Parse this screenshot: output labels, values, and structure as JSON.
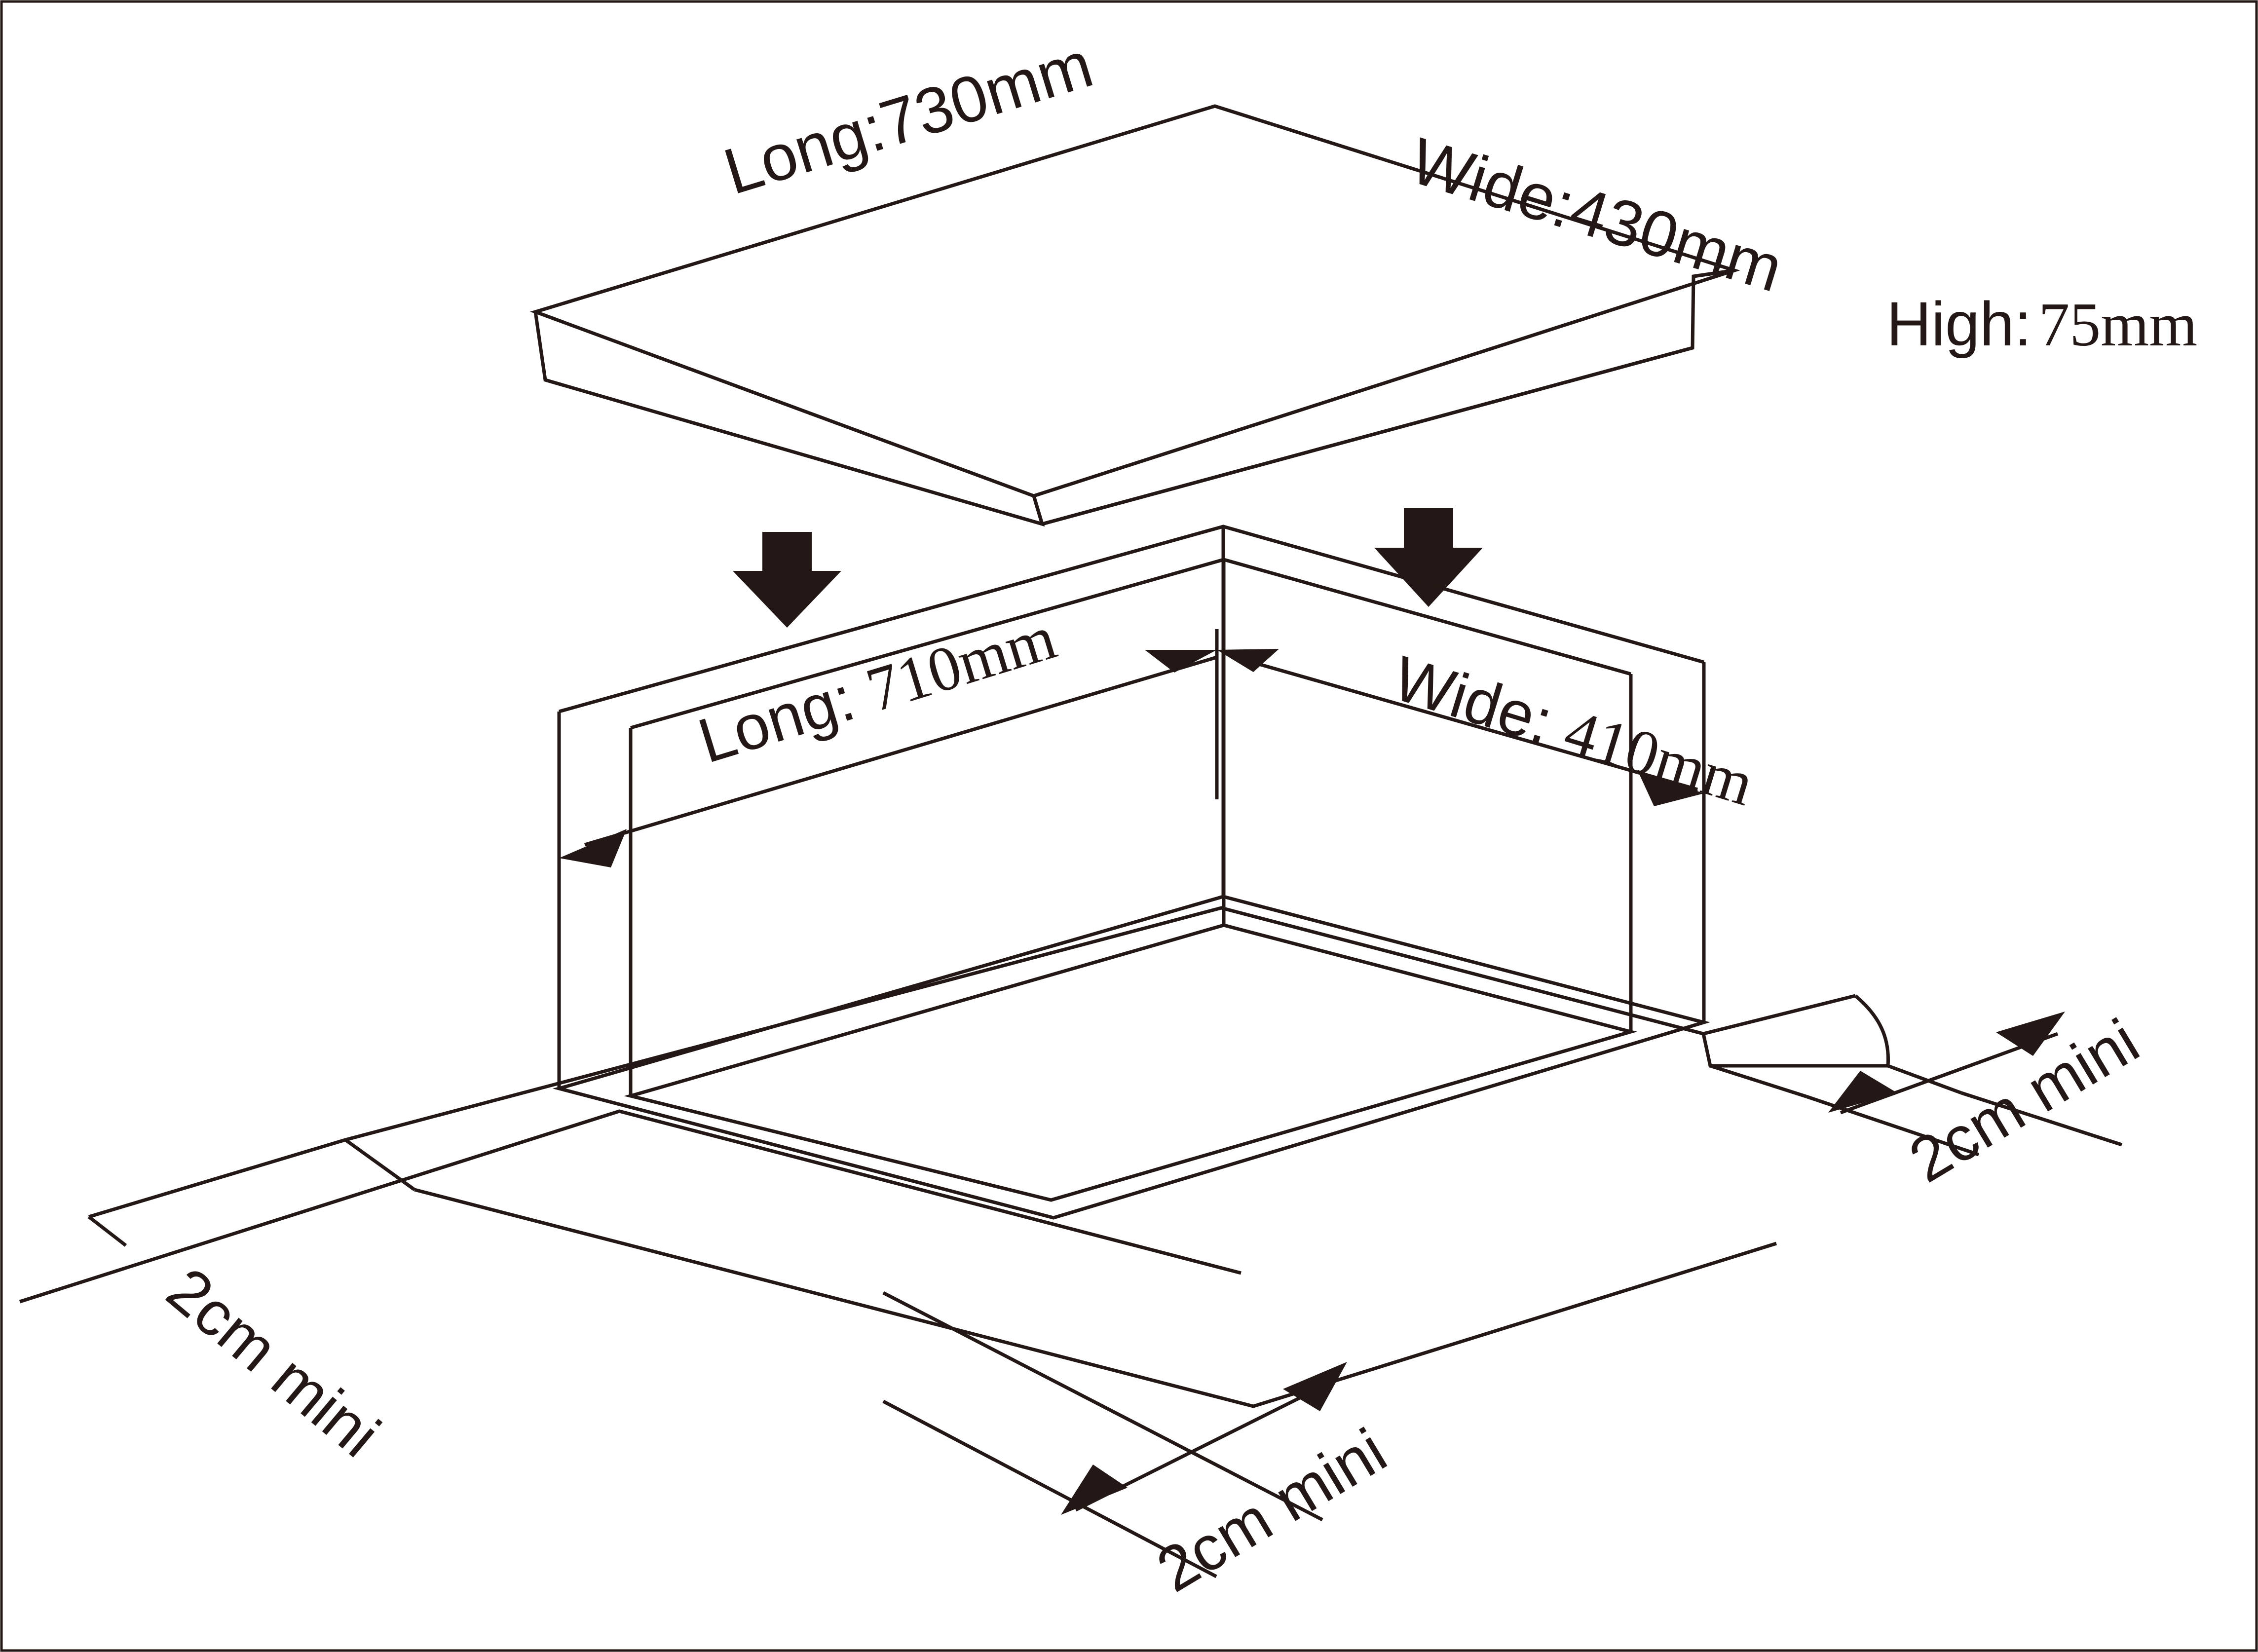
{
  "diagram": {
    "title": "Cooktop installation cut-out dimensions",
    "type": "isometric-technical-drawing",
    "stroke_color": "#231815",
    "background_color": "#ffffff",
    "appliance_labels": {
      "long": "Long:730mm",
      "long_prefix": "Long:",
      "long_value": "730mm",
      "wide": "Wide:430mm",
      "wide_prefix": "Wide:",
      "wide_value": "430mm",
      "high": "High: 75mm",
      "high_prefix": "High:",
      "high_value": "75mm"
    },
    "cutout_labels": {
      "long": "Long: 710mm",
      "long_prefix": "Long: ",
      "long_value": "710mm",
      "wide": "Wide: 410mm",
      "wide_prefix": "Wide: ",
      "wide_value": "410mm"
    },
    "clearance_labels": {
      "left": "2cm mini",
      "bottom": "2cm mini",
      "right": "2cm mini"
    },
    "arrows": {
      "down_arrow_left": "down-arrow",
      "down_arrow_right": "down-arrow"
    }
  }
}
